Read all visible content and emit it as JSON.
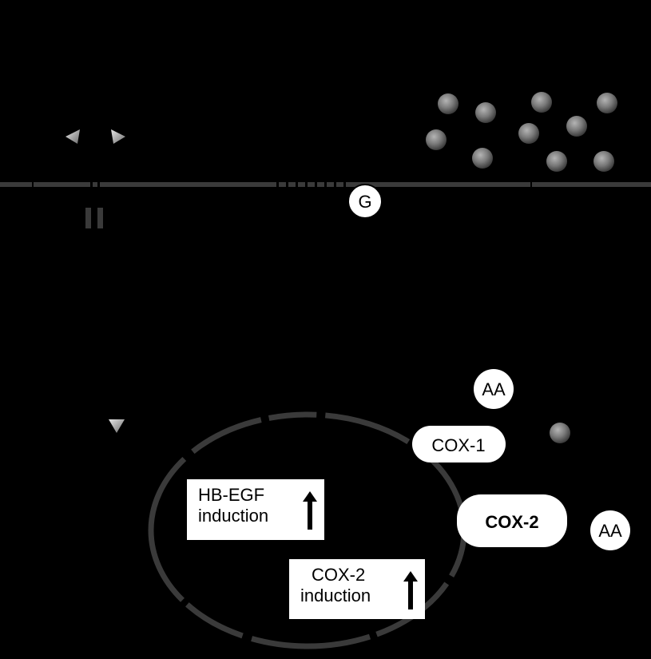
{
  "membrane_receptor_label": "G",
  "cytoplasm": {
    "aa_top": "AA",
    "aa_right": "AA",
    "cox1": "COX-1",
    "cox2": "COX-2"
  },
  "nucleus": {
    "hbegf_line1": "HB-EGF",
    "hbegf_line2": "induction",
    "cox2_line1": "COX-2",
    "cox2_line2": "induction"
  },
  "colors": {
    "background": "#000000",
    "membrane": "#3a3a3a",
    "node_fill": "#ffffff",
    "ligand_gray": "#8a8a8a"
  }
}
